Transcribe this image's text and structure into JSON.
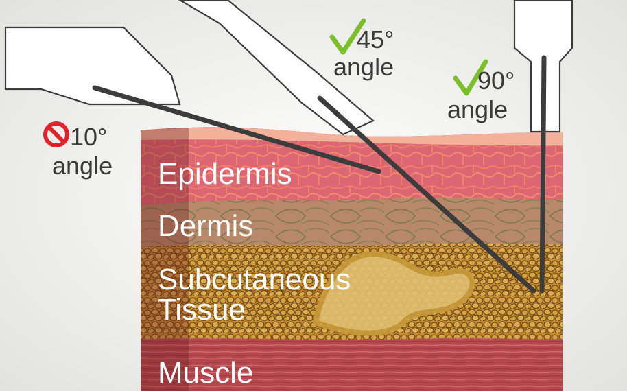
{
  "layers": {
    "epidermis": "Epidermis",
    "dermis": "Dermis",
    "subcutaneous_line1": "Subcutaneous",
    "subcutaneous_line2": "Tissue",
    "muscle": "Muscle"
  },
  "angles": {
    "deg10": {
      "value": "10°",
      "word": "angle",
      "status": "not-recommended",
      "status_icon": "prohibited-icon"
    },
    "deg45": {
      "value": "45°",
      "word": "angle",
      "status": "correct",
      "status_icon": "checkmark-icon"
    },
    "deg90": {
      "value": "90°",
      "word": "angle",
      "status": "correct",
      "status_icon": "checkmark-icon"
    }
  },
  "colors": {
    "background": "#f3f3f1",
    "epidermis": "#e06a78",
    "dermis": "#b88a69",
    "subcutaneous": "#c8912c",
    "muscle": "#b5484d",
    "check": "#7bbf2a",
    "prohibit": "#e0232a",
    "needle": "#3c3c3c"
  }
}
